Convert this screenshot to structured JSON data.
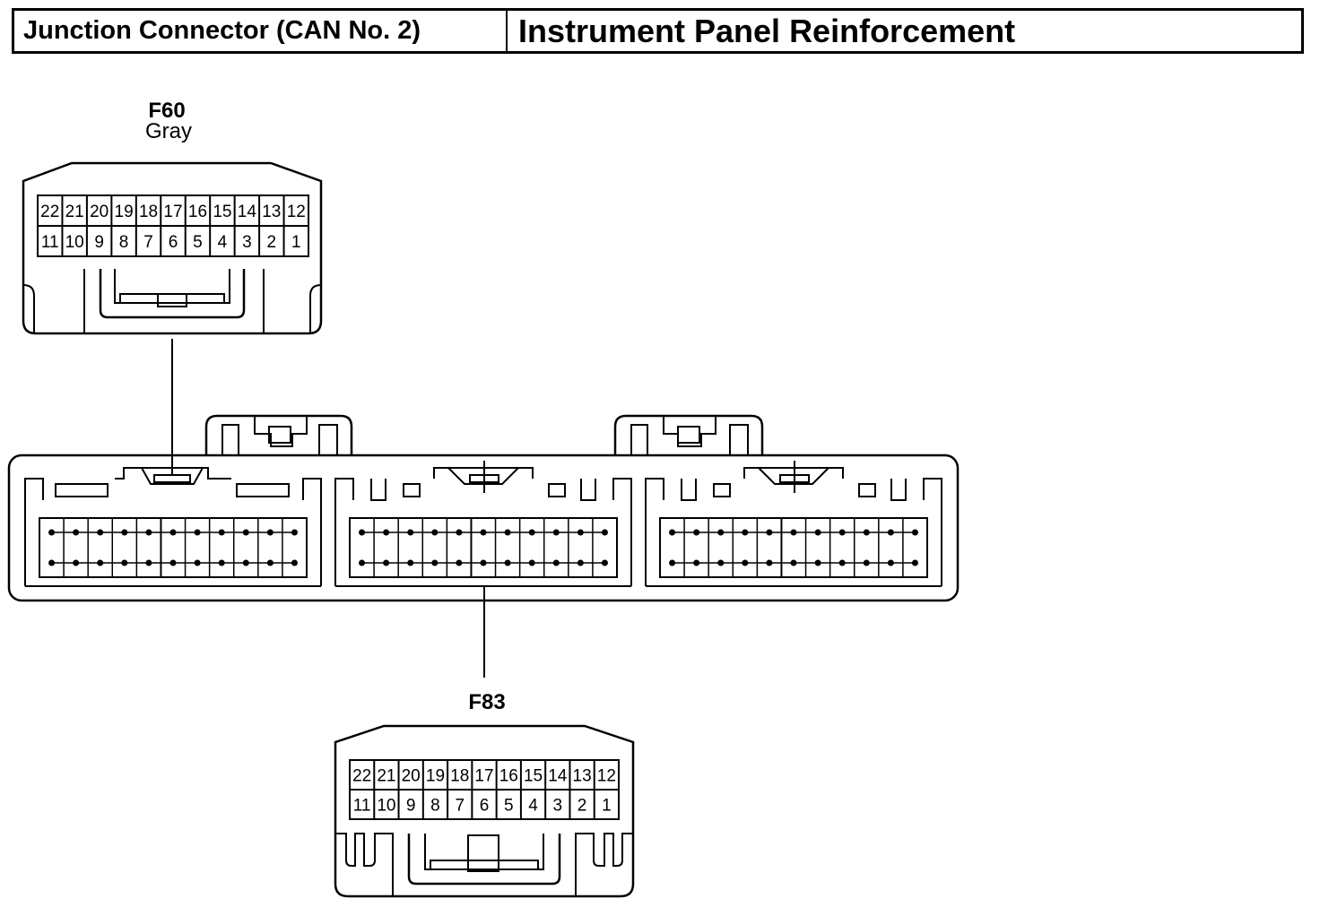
{
  "header": {
    "left_title": "Junction Connector (CAN No. 2)",
    "right_title": "Instrument Panel Reinforcement"
  },
  "connectors": [
    {
      "code": "F60",
      "color": "Gray",
      "top_row": [
        "22",
        "21",
        "20",
        "19",
        "18",
        "17",
        "16",
        "15",
        "14",
        "13",
        "12"
      ],
      "bottom_row": [
        "11",
        "10",
        "9",
        "8",
        "7",
        "6",
        "5",
        "4",
        "3",
        "2",
        "1"
      ]
    },
    {
      "code": "F83",
      "color": "",
      "top_row": [
        "22",
        "21",
        "20",
        "19",
        "18",
        "17",
        "16",
        "15",
        "14",
        "13",
        "12"
      ],
      "bottom_row": [
        "11",
        "10",
        "9",
        "8",
        "7",
        "6",
        "5",
        "4",
        "3",
        "2",
        "1"
      ]
    }
  ],
  "junction_block": {
    "sections": 3,
    "pins_per_row": 11,
    "rows": 2
  }
}
